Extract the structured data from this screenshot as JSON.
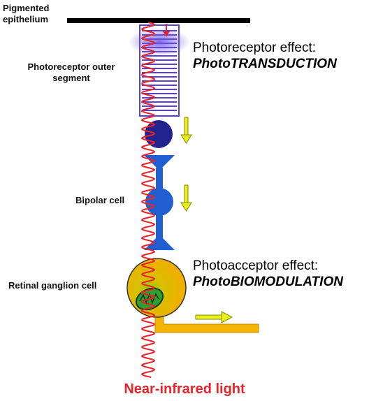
{
  "labels": {
    "pigmented_epithelium": "Pigmented\nepithelium",
    "photoreceptor_outer_segment": "Photoreceptor outer\nsegment",
    "bipolar_cell": "Bipolar cell",
    "retinal_ganglion_cell": "Retinal ganglion cell"
  },
  "effects": {
    "photoreceptor": {
      "title": "Photoreceptor effect:",
      "subtitle": "PhotoTRANSDUCTION"
    },
    "photoacceptor": {
      "title": "Photoacceptor effect:",
      "subtitle": "PhotoBIOMODULATION"
    }
  },
  "light_label": "Near-infrared light",
  "colors": {
    "wave": "#e8232a",
    "outer_segment": "#6d5ce8",
    "cell_dark": "#23238f",
    "bipolar": "#1f5fd1",
    "ganglion": "#f2b400",
    "mitochondrion": "#2f9e2f",
    "arrow": "#e6f01a",
    "epithelium": "#000000",
    "light_label": "#e8232a"
  }
}
